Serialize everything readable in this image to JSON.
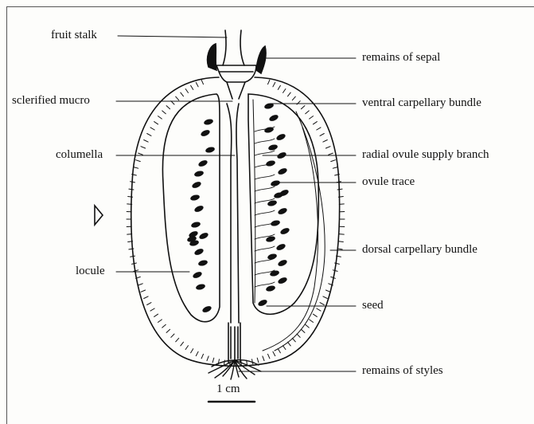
{
  "labels": {
    "fruit_stalk": "fruit stalk",
    "sclerified_mucro": "sclerified mucro",
    "columella": "columella",
    "locule": "locule",
    "remains_of_sepal": "remains of sepal",
    "ventral_carpellary_bundle": "ventral carpellary bundle",
    "radial_ovule_supply_branch": "radial ovule supply branch",
    "ovule_trace": "ovule trace",
    "dorsal_carpellary_bundle": "dorsal carpellary bundle",
    "seed": "seed",
    "remains_of_styles": "remains of styles"
  },
  "scale_bar": {
    "label": "1 cm"
  },
  "colors": {
    "ink": "#111111",
    "background": "#fdfdfb"
  }
}
